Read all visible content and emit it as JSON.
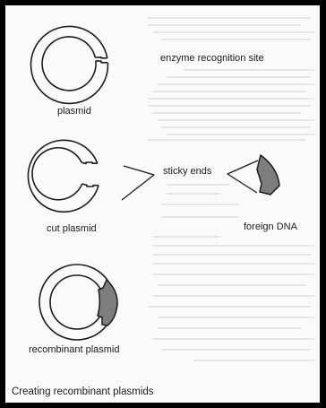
{
  "labels": {
    "plasmid": "plasmid",
    "enzyme_site": "enzyme recognition site",
    "cut_plasmid": "cut plasmid",
    "sticky_ends": "sticky ends",
    "foreign_dna": "foreign DNA",
    "recombinant": "recombinant plasmid"
  },
  "caption": "Creating recombinant plasmids",
  "colors": {
    "frame": "#000000",
    "background": "#fafafa",
    "line": "#1c1c1c",
    "dna_fill": "#7d7d7d",
    "text_ghost": "#d9d9d9"
  }
}
